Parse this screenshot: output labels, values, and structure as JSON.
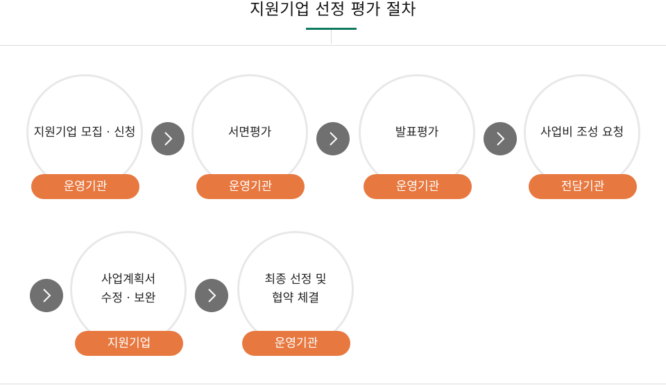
{
  "title": "지원기업 선정 평가 절차",
  "steps": [
    {
      "label": "지원기업 모집 · 신청",
      "agency": "운영기관"
    },
    {
      "label": "서면평가",
      "agency": "운영기관"
    },
    {
      "label": "발표평가",
      "agency": "운영기관"
    },
    {
      "label": "사업비 조성 요청",
      "agency": "전담기관"
    },
    {
      "label": "사업계획서\n수정 · 보완",
      "agency": "지원기업"
    },
    {
      "label": "최종 선정  및\n협약 체결",
      "agency": "운영기관"
    }
  ],
  "colors": {
    "accent_underline": "#0e7a5e",
    "badge": "#e77840",
    "arrow": "#707070",
    "circle_border": "#e8e8e8"
  },
  "icons": {
    "step_arrow": "chevron-right-icon"
  }
}
